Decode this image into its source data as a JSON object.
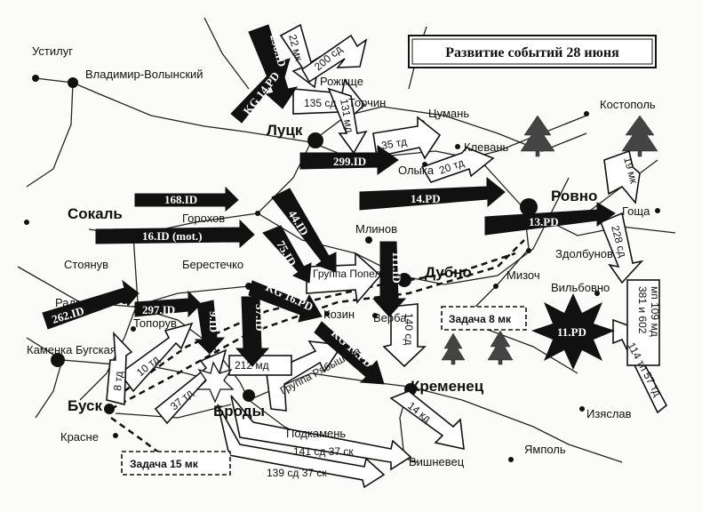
{
  "title": "Развитие событий 28 июня",
  "cities": {
    "ustilug": "Устилуг",
    "vladimir": "Владимир-Волынский",
    "rozhishche": "Рожище",
    "torchin": "Торчин",
    "lutsk": "Луцк",
    "tsuman": "Цумань",
    "kostopol": "Костополь",
    "klevan": "Клевань",
    "olyka": "Олыка",
    "rovno": "Ровно",
    "gorokhov": "Горохов",
    "sokal": "Сокаль",
    "goshcha": "Гоща",
    "mlinov": "Млинов",
    "zdolbunov": "Здолбунов",
    "stoyanuv": "Стоянув",
    "berestechko": "Берестечко",
    "dubno": "Дубно",
    "mizoch": "Мизоч",
    "radzekhov": "Радзехов",
    "kozin": "Козин",
    "verba": "Верба",
    "vilbovno": "Вильбовно",
    "toporuv": "Топорув",
    "kamenka": "Каменка Бугская",
    "busk": "Буск",
    "brody": "Броды",
    "kremenets": "Кременец",
    "krasne": "Красне",
    "podkamen": "Подкамень",
    "izyaslav": "Изяслав",
    "yampol": "Ямполь",
    "vishnevets": "Вишневец"
  },
  "german_units": {
    "id298": "298.ID",
    "kg14": "KG 14.PD",
    "id299": "299.ID",
    "pd14": "14.PD",
    "pd13": "13.PD",
    "id168": "168.ID",
    "id16": "16.ID (mot.)",
    "id44": "44.ID",
    "id75": "75.ID",
    "id111": "111.ID",
    "id262": "262.ID",
    "id297": "297.ID",
    "id9": "9.ID",
    "id57": "57.ID",
    "kg16a": "KG 16.PD",
    "kg16b": "KG 16.PD",
    "pd11": "11.PD"
  },
  "soviet_units": {
    "mk22": "22 мк",
    "sd200": "200 сд",
    "sd135": "135 сд",
    "md131": "131 мд",
    "td35": "35 тд",
    "td20": "20 тд",
    "mk19": "19 мк",
    "sd228": "228 сд",
    "popel": "Группа Попеля",
    "sd140": "140 сд",
    "task8": "Задача 8 мк",
    "mp381_1": "381 и 602",
    "mp381_2": "мп 109 мд",
    "tp114": "114 тп 57 тд",
    "td10": "10 тд",
    "td37": "37 тд",
    "md212": "212 мд",
    "ryabyshev": "Группа Рябышева",
    "td8": "8 тд",
    "kd14": "14 кд",
    "task15": "Задача 15 мк",
    "sd141": "141 сд 37 ск",
    "sd139": "139 сд 37 ск"
  },
  "colors": {
    "ink": "#111111",
    "paper": "#fbfbf9",
    "forest": "#444444"
  }
}
